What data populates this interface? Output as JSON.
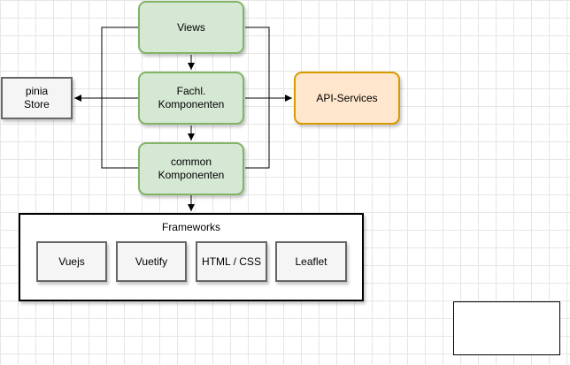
{
  "nodes": {
    "views": "Views",
    "fachl": "Fachl.\nKomponenten",
    "common": "common\nKomponenten",
    "pinia": "pinia\nStore",
    "api": "API-Services"
  },
  "frameworks": {
    "title": "Frameworks",
    "items": [
      "Vuejs",
      "Vuetify",
      "HTML / CSS",
      "Leaflet"
    ]
  },
  "colors": {
    "component_fill": "#d5e8d4",
    "component_stroke": "#82b366",
    "service_fill": "#ffe6cc",
    "service_stroke": "#d79b00",
    "store_fill": "#f5f5f5",
    "store_stroke": "#666666"
  }
}
